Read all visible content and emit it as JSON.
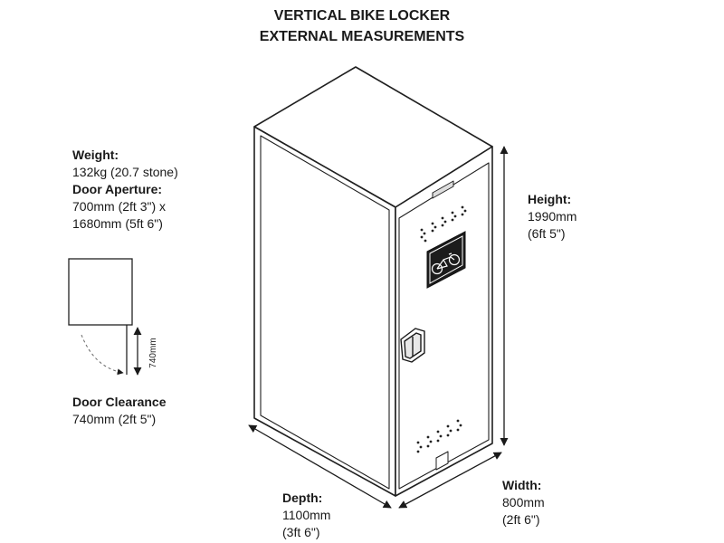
{
  "title": {
    "line1": "VERTICAL BIKE LOCKER",
    "line2": "EXTERNAL MEASUREMENTS"
  },
  "weight": {
    "label": "Weight:",
    "value": "132kg (20.7 stone)"
  },
  "aperture": {
    "label": "Door Aperture:",
    "line1": "700mm (2ft 3\") x",
    "line2": "1680mm (5ft 6\")"
  },
  "clearance": {
    "label": "Door Clearance",
    "value": "740mm (2ft 5\")",
    "diagram_dimension": "740mm"
  },
  "height": {
    "label": "Height:",
    "mm": "1990mm",
    "ft": "(6ft 5\")"
  },
  "depth": {
    "label": "Depth:",
    "mm": "1100mm",
    "ft": "(3ft 6\")"
  },
  "width": {
    "label": "Width:",
    "mm": "800mm",
    "ft": "(2ft 6\")"
  },
  "icons": {
    "door_sign": "bicycle-icon",
    "handle": "door-handle-icon"
  }
}
